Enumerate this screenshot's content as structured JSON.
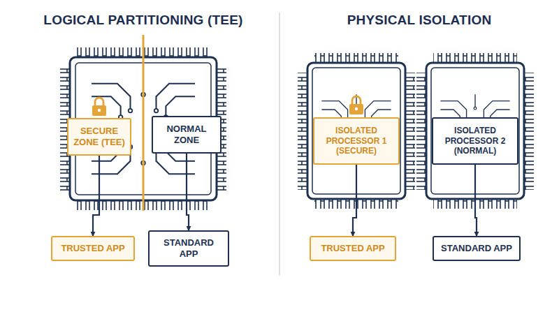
{
  "diagram": {
    "nodes": [
      {
        "text": [
          "SECURE ZONE (TEE)"
        ]
      },
      {
        "text": [
          "NORMAL ZONE"
        ]
      },
      {
        "text": [
          "TRUSTED APP"
        ]
      },
      {
        "text": [
          "STANDARD APP"
        ]
      },
      {
        "text": [
          "ISOLATED PROCESSOR 1 (SECURE)"
        ]
      },
      {
        "text": [
          "ISOLATED PROCESSOR 2 (NORMAL)"
        ]
      },
      {
        "text": [
          "TRUSTED APP"
        ]
      },
      {
        "text": [
          "STANDARD APP"
        ]
      }
    ],
    "edges": [
      {
        "from": 0,
        "to": 2,
        "arrow": "to"
      },
      {
        "from": 1,
        "to": 3,
        "arrow": "to"
      },
      {
        "from": 4,
        "to": 6,
        "arrow": "to"
      },
      {
        "from": 5,
        "to": 7,
        "arrow": "to"
      }
    ],
    "labels": [
      "LOGICAL PARTITIONING (TEE)",
      "PHYSICAL ISOLATION"
    ]
  }
}
